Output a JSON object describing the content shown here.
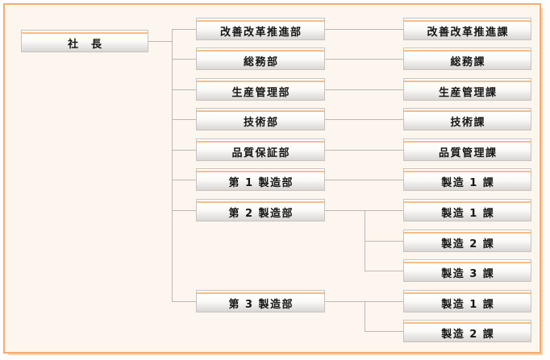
{
  "colors": {
    "frame_border": "#f1ad74",
    "frame_shadow": "#f8d3a9",
    "canvas_background": "#fdf6ee",
    "box_accent": "#f6bd85",
    "box_border": "#c7c3c1",
    "box_gradient_bottom": "#d9d6d4",
    "connector": "#bdb6b6",
    "text": "#151515"
  },
  "org_chart": {
    "type": "organization-chart",
    "root": {
      "label": "社　長"
    },
    "departments": [
      {
        "label": "改善改革推進部",
        "sections": [
          {
            "label": "改善改革推進課"
          }
        ]
      },
      {
        "label": "総務部",
        "sections": [
          {
            "label": "総務課"
          }
        ]
      },
      {
        "label": "生産管理部",
        "sections": [
          {
            "label": "生産管理課"
          }
        ]
      },
      {
        "label": "技術部",
        "sections": [
          {
            "label": "技術課"
          }
        ]
      },
      {
        "label": "品質保証部",
        "sections": [
          {
            "label": "品質管理課"
          }
        ]
      },
      {
        "label": "第 1 製造部",
        "sections": [
          {
            "label": "製造 1 課"
          }
        ]
      },
      {
        "label": "第 2 製造部",
        "sections": [
          {
            "label": "製造 1 課"
          },
          {
            "label": "製造 2 課"
          },
          {
            "label": "製造 3 課"
          }
        ]
      },
      {
        "label": "第 3 製造部",
        "sections": [
          {
            "label": "製造 1 課"
          },
          {
            "label": "製造 2 課"
          }
        ]
      }
    ]
  }
}
